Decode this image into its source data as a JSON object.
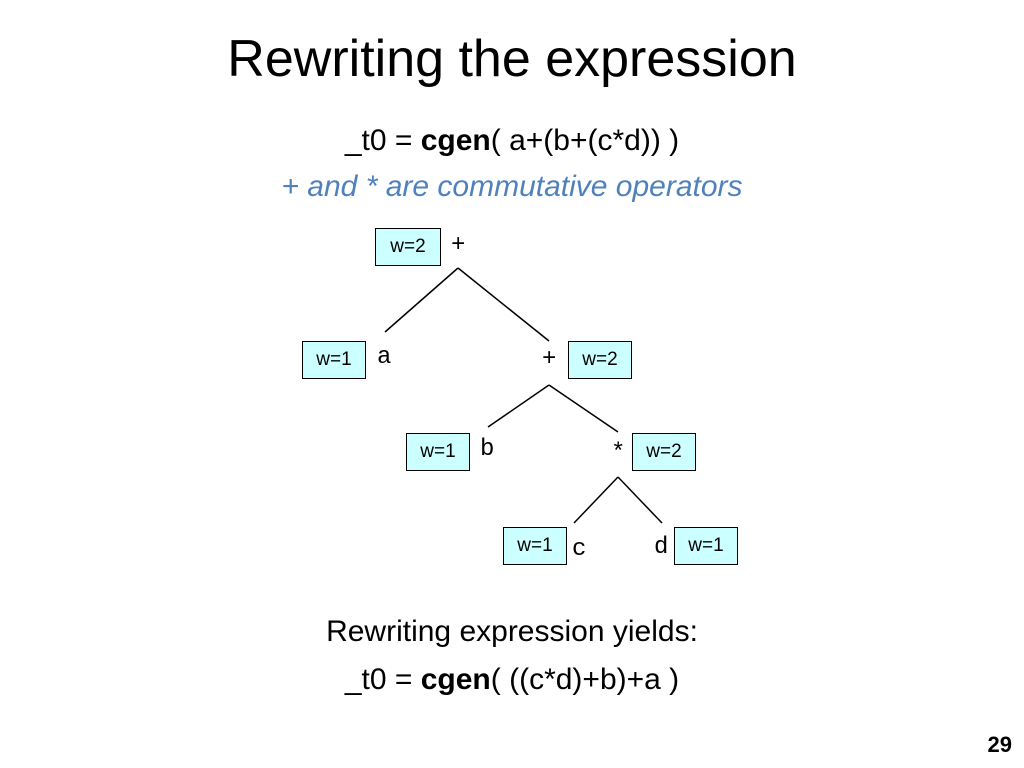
{
  "slide": {
    "title": "Rewriting the expression",
    "expr": {
      "prefix": "_t0 = ",
      "func": "cgen",
      "args": "( a+(b+(c*d)) )"
    },
    "note": "+ and * are commutative operators",
    "result_label": "Rewriting expression yields:",
    "result_expr": {
      "prefix": "_t0 = ",
      "func": "cgen",
      "args": "( ((c*d)+b)+a )"
    },
    "page_number": "29"
  },
  "tree": {
    "nodes": {
      "root": {
        "symbol": "+",
        "weight": "w=2"
      },
      "a": {
        "symbol": "a",
        "weight": "w=1"
      },
      "plus2": {
        "symbol": "+",
        "weight": "w=2"
      },
      "b": {
        "symbol": "b",
        "weight": "w=1"
      },
      "mult": {
        "symbol": "*",
        "weight": "w=2"
      },
      "c": {
        "symbol": "c",
        "weight": "w=1"
      },
      "d": {
        "symbol": "d",
        "weight": "w=1"
      }
    },
    "colors": {
      "weight_box_fill": "#ccffff",
      "note_text": "#4f81bd"
    }
  }
}
